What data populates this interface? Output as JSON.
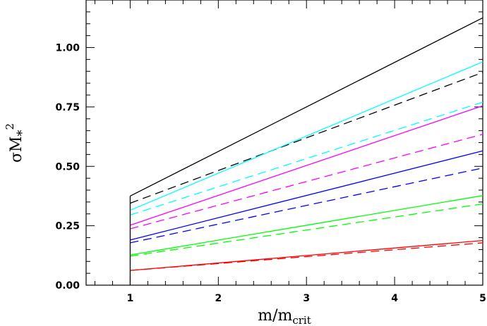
{
  "chart_data": {
    "type": "line",
    "title": "",
    "xlabel": {
      "main": "m/m",
      "subscript": "crit"
    },
    "ylabel": {
      "main": "σM",
      "subscript": "*",
      "superscript": "2"
    },
    "xlim": [
      0.5,
      5
    ],
    "ylim": [
      0,
      1.2
    ],
    "x_ticks": [
      1,
      2,
      3,
      4,
      5
    ],
    "y_ticks": [
      0.0,
      0.25,
      0.5,
      0.75,
      1.0
    ],
    "y_tick_labels": [
      "0.00",
      "0.25",
      "0.50",
      "0.75",
      "1.00"
    ],
    "x_tick_labels": [
      "1",
      "2",
      "3",
      "4",
      "5"
    ],
    "grid": false,
    "legend": "none",
    "series": [
      {
        "color": "#000000",
        "style": "solid",
        "x": [
          1,
          5
        ],
        "y": [
          0.375,
          1.125
        ]
      },
      {
        "color": "#000000",
        "style": "dashed",
        "x": [
          1,
          5
        ],
        "y": [
          0.345,
          0.895
        ]
      },
      {
        "color": "#00ffff",
        "style": "solid",
        "x": [
          1,
          5
        ],
        "y": [
          0.315,
          0.94
        ]
      },
      {
        "color": "#00ffff",
        "style": "dashed",
        "x": [
          1,
          5
        ],
        "y": [
          0.295,
          0.77
        ]
      },
      {
        "color": "#ff00ff",
        "style": "solid",
        "x": [
          1,
          5
        ],
        "y": [
          0.252,
          0.755
        ]
      },
      {
        "color": "#ff00ff",
        "style": "dashed",
        "x": [
          1,
          5
        ],
        "y": [
          0.237,
          0.635
        ]
      },
      {
        "color": "#0000ff",
        "style": "solid",
        "x": [
          1,
          5
        ],
        "y": [
          0.19,
          0.565
        ]
      },
      {
        "color": "#0000ff",
        "style": "dashed",
        "x": [
          1,
          5
        ],
        "y": [
          0.178,
          0.493
        ]
      },
      {
        "color": "#00ff00",
        "style": "solid",
        "x": [
          1,
          5
        ],
        "y": [
          0.127,
          0.377
        ]
      },
      {
        "color": "#00ff00",
        "style": "dashed",
        "x": [
          1,
          5
        ],
        "y": [
          0.122,
          0.342
        ]
      },
      {
        "color": "#ff0000",
        "style": "solid",
        "x": [
          1,
          5
        ],
        "y": [
          0.062,
          0.188
        ]
      },
      {
        "color": "#ff0000",
        "style": "dashed",
        "x": [
          1,
          5
        ],
        "y": [
          0.062,
          0.178
        ]
      }
    ]
  }
}
